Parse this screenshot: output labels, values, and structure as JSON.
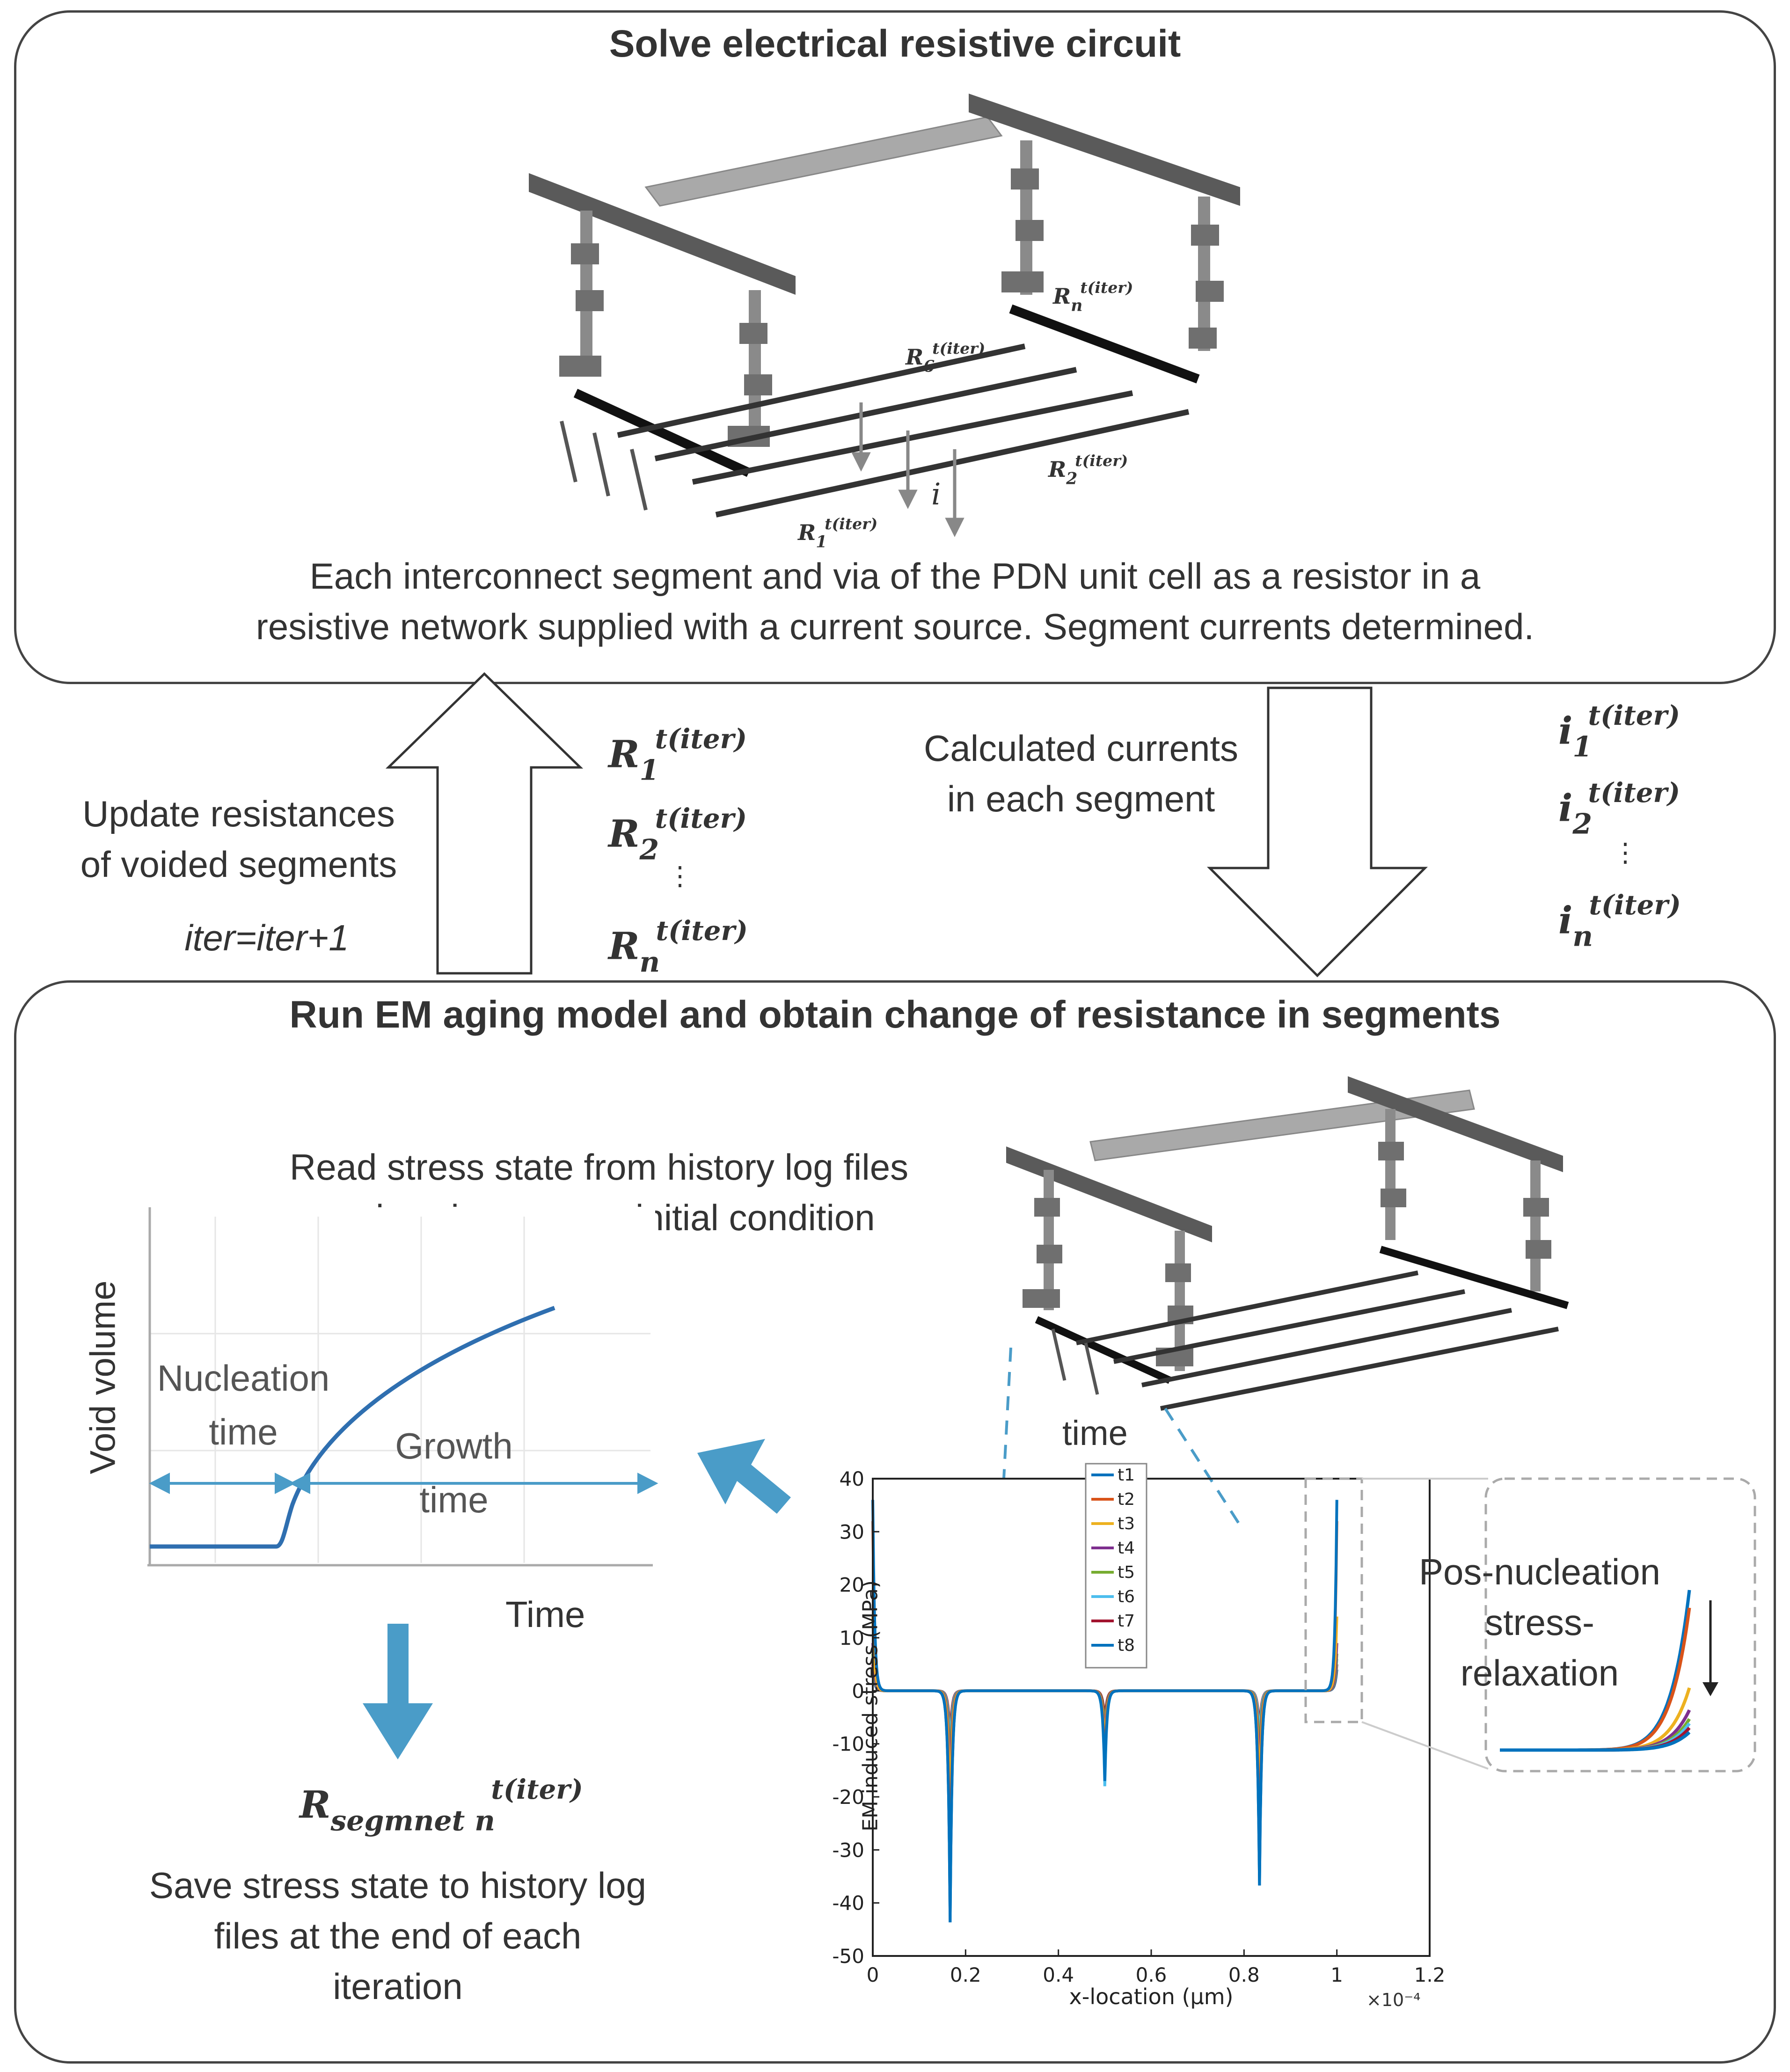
{
  "top_panel": {
    "title": "Solve electrical resistive circuit",
    "caption_line1": "Each interconnect segment and via of the PDN unit cell as a resistor in a",
    "caption_line2": "resistive network supplied with a current source. Segment currents determined.",
    "current_label": "i",
    "resistor_labels": [
      {
        "base": "R",
        "sub": "n",
        "sup": "t(iter)"
      },
      {
        "base": "R",
        "sub": "6",
        "sup": "t(iter)"
      },
      {
        "base": "R",
        "sub": "2",
        "sup": "t(iter)"
      },
      {
        "base": "R",
        "sub": "1",
        "sup": "t(iter)"
      }
    ]
  },
  "middle": {
    "update_line1": "Update resistances",
    "update_line2": "of voided segments",
    "iter_eq": "iter=iter+1",
    "calc_line1": "Calculated currents",
    "calc_line2": "in each segment",
    "r_list": [
      {
        "base": "R",
        "sub": "1",
        "sup": "t(iter)"
      },
      {
        "base": "R",
        "sub": "2",
        "sup": "t(iter)"
      },
      {
        "base": "R",
        "sub": "n",
        "sup": "t(iter)"
      }
    ],
    "i_list": [
      {
        "base": "i",
        "sub": "1",
        "sup": "t(iter)"
      },
      {
        "base": "i",
        "sub": "2",
        "sup": "t(iter)"
      },
      {
        "base": "i",
        "sub": "n",
        "sup": "t(iter)"
      }
    ],
    "ellipsis": "⋮"
  },
  "bottom_panel": {
    "title": "Run EM aging model and obtain change of resistance in segments",
    "read_line1": "Read stress state from history log files",
    "read_line2": "and assign as new initial condition",
    "void_ylabel": "Void volume",
    "void_xlabel": "Time",
    "nucleation_line1": "Nucleation",
    "nucleation_line2": "time",
    "growth_line1": "Growth",
    "growth_line2": "time",
    "time_label": "time",
    "r_segment": {
      "base": "R",
      "sub": "segmnet n",
      "sup": "t(iter)"
    },
    "save_line1": "Save stress state to history log",
    "save_line2": "files at the end of each",
    "save_line3": "iteration",
    "pos_line1": "Pos-nucleation",
    "pos_line2": "stress-",
    "pos_line3": "relaxation"
  },
  "colors": {
    "accent_blue": "#4a9cc8",
    "void_curve": "#2f6fb0",
    "panel_border": "#444444"
  },
  "chart_data": {
    "type": "line",
    "xlabel": "x-location (μm)",
    "ylabel": "EM induced stress (MPa)",
    "xlim": [
      0,
      1.2
    ],
    "ylim": [
      -50,
      40
    ],
    "x_exponent": "×10⁻⁴",
    "xticks": [
      "0",
      "0.2",
      "0.4",
      "0.6",
      "0.8",
      "1",
      "1.2"
    ],
    "yticks": [
      "40",
      "30",
      "20",
      "10",
      "0",
      "-10",
      "-20",
      "-30",
      "-40",
      "-50"
    ],
    "legend": [
      "t1",
      "t2",
      "t3",
      "t4",
      "t5",
      "t6",
      "t7",
      "t8"
    ],
    "legend_position": "top-left",
    "series_colors": [
      "#0072BD",
      "#D95319",
      "#EDB120",
      "#7E2F8E",
      "#77AC30",
      "#4DBEEE",
      "#A2142F",
      "#0072BD"
    ],
    "spike_centers": [
      0.1667,
      0.5,
      0.8333
    ],
    "series": [
      {
        "name": "t1",
        "edge_peak": 36,
        "dips": [
          -44,
          -17,
          -37
        ]
      },
      {
        "name": "t2",
        "edge_peak": 32,
        "dips": [
          -38,
          -15,
          -32
        ]
      },
      {
        "name": "t3",
        "edge_peak": 14,
        "dips": [
          -26,
          -12,
          -23
        ]
      },
      {
        "name": "t4",
        "edge_peak": 9,
        "dips": [
          -20,
          -10,
          -18
        ]
      },
      {
        "name": "t5",
        "edge_peak": 7,
        "dips": [
          -16,
          -8,
          -14
        ]
      },
      {
        "name": "t6",
        "edge_peak": 6,
        "dips": [
          -12,
          -18,
          -10
        ]
      },
      {
        "name": "t7",
        "edge_peak": 5,
        "dips": [
          -9,
          -6,
          -8
        ]
      },
      {
        "name": "t8",
        "edge_peak": 4,
        "dips": [
          -44,
          -16,
          -37
        ]
      }
    ]
  }
}
